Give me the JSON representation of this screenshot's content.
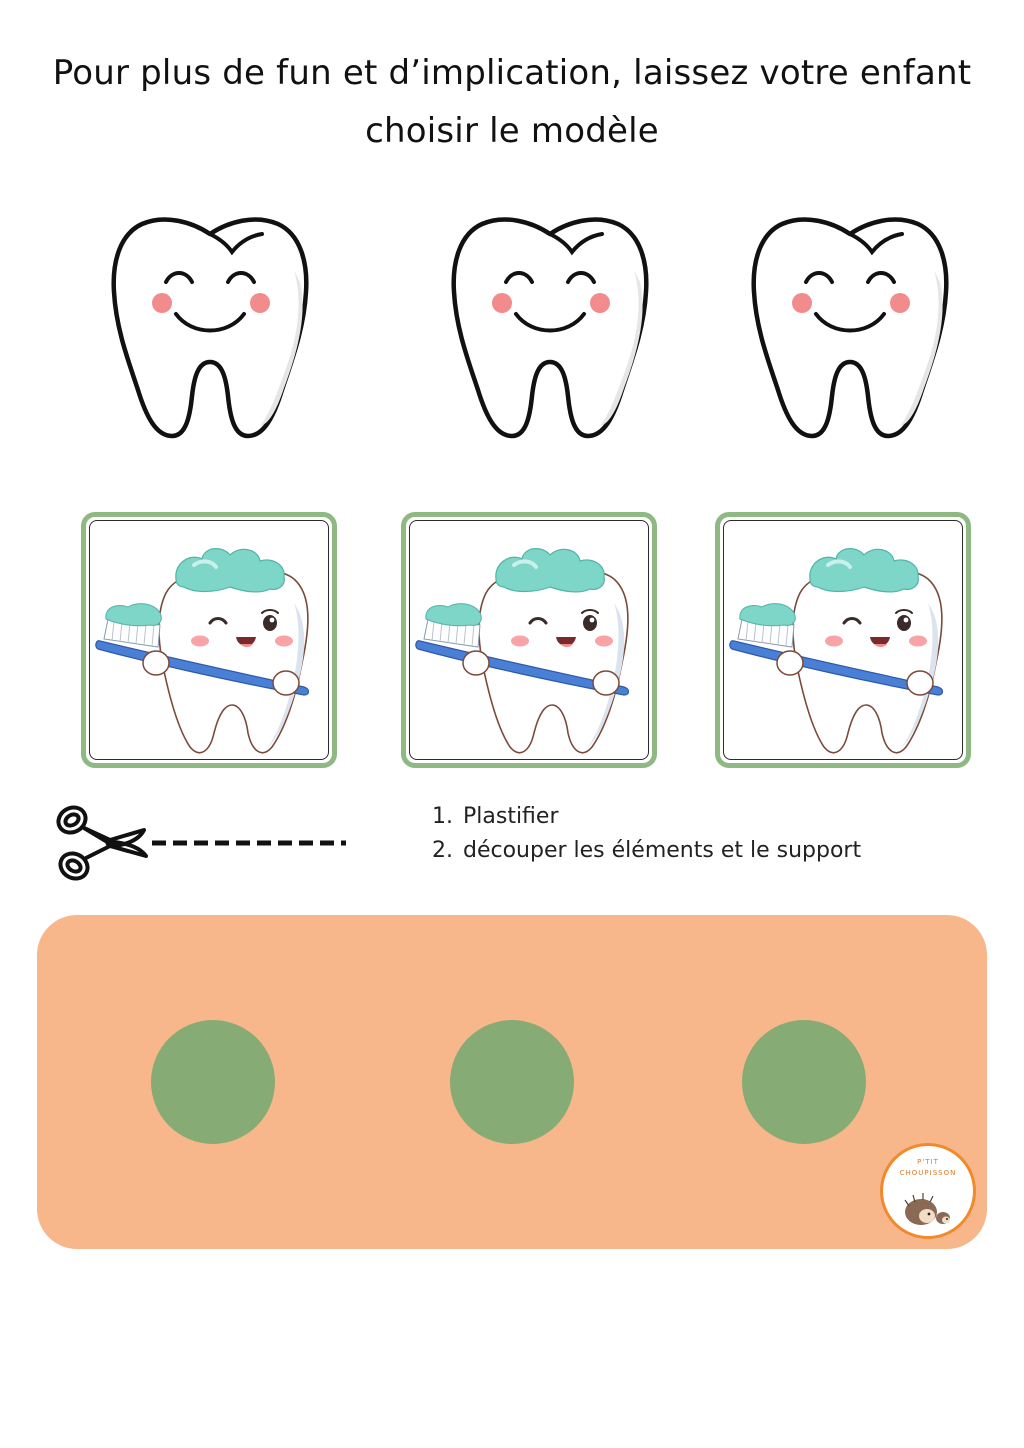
{
  "page": {
    "title_line1": "Pour plus de fun et d’implication, laissez votre enfant",
    "title_line2": "choisir le modèle"
  },
  "instructions": [
    {
      "number": "1.",
      "text": "Plastifier"
    },
    {
      "number": "2.",
      "text": "découper les éléments et le support"
    }
  ],
  "logo": {
    "line1": "P'TIT",
    "line2": "CHOUPISSON"
  },
  "icons": {
    "tooth": "smiling-tooth-outline-icon",
    "tooth_brush": "tooth-with-toothbrush-illustration",
    "scissors": "scissors-icon"
  },
  "colors": {
    "card_border": "#8fb982",
    "support": "#f8b68b",
    "dot": "#86ab75",
    "logo_border": "#f08a2b"
  }
}
